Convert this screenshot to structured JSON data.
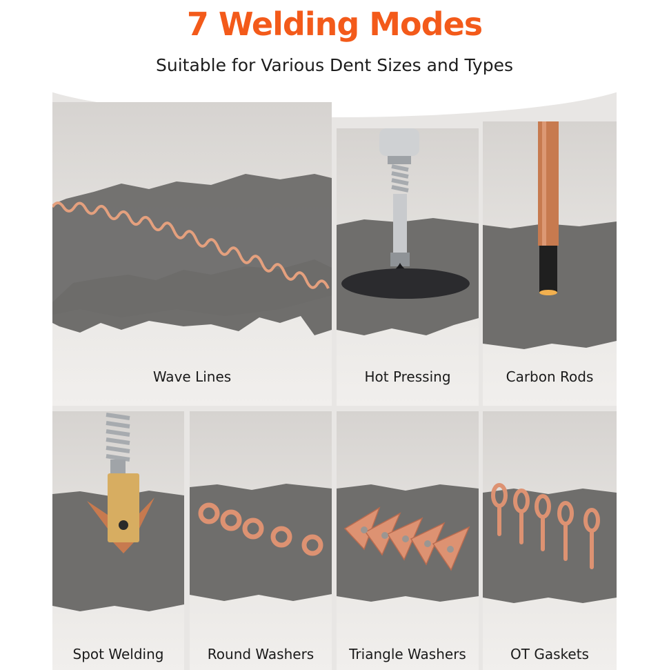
{
  "header": {
    "title": "7 Welding Modes",
    "subtitle": "Suitable for Various Dent Sizes and Types"
  },
  "colors": {
    "accent": "#f35a1a",
    "copper": "#d9896a",
    "metal": "#6f6e6c"
  },
  "modes": [
    {
      "label": "Wave Lines",
      "icon": "copper-wave-wire"
    },
    {
      "label": "Hot Pressing",
      "icon": "hot-press-disc-tool"
    },
    {
      "label": "Carbon Rods",
      "icon": "copper-carbon-rod"
    },
    {
      "label": "Spot Welding",
      "icon": "spot-weld-tip"
    },
    {
      "label": "Round Washers",
      "icon": "round-copper-washers"
    },
    {
      "label": "Triangle Washers",
      "icon": "triangle-copper-washers"
    },
    {
      "label": "OT Gaskets",
      "icon": "ot-copper-gaskets"
    }
  ]
}
